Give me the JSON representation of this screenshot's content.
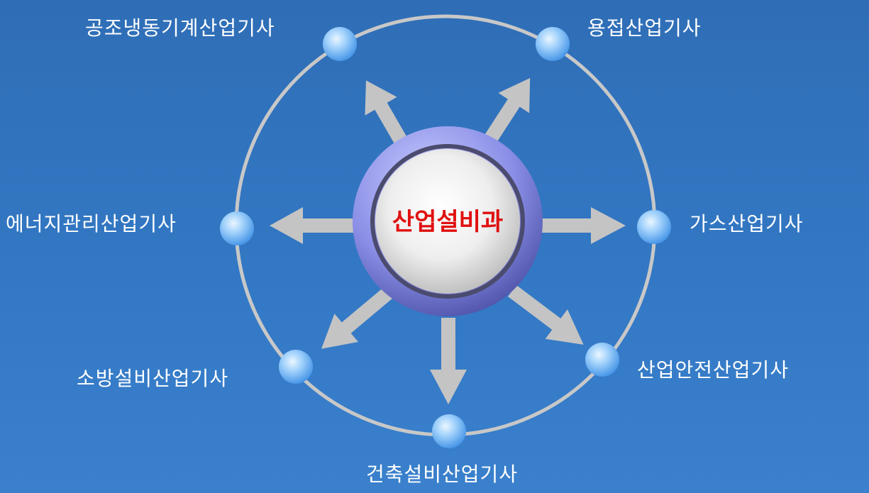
{
  "center": {
    "label": "산업설비과"
  },
  "nodes": [
    {
      "id": "hvac",
      "label": "공조냉동기계산업기사"
    },
    {
      "id": "welding",
      "label": "용접산업기사"
    },
    {
      "id": "energy",
      "label": "에너지관리산업기사"
    },
    {
      "id": "gas",
      "label": "가스산업기사"
    },
    {
      "id": "fire",
      "label": "소방설비산업기사"
    },
    {
      "id": "safety",
      "label": "산업안전산업기사"
    },
    {
      "id": "building",
      "label": "건축설비산업기사"
    }
  ],
  "colors": {
    "background": "#3277c2",
    "ring": "#c8c8c8",
    "arrow": "#c4c4c4",
    "node": "#8cc4f8",
    "center_text": "#e01010",
    "label_text": "#ffffff"
  }
}
